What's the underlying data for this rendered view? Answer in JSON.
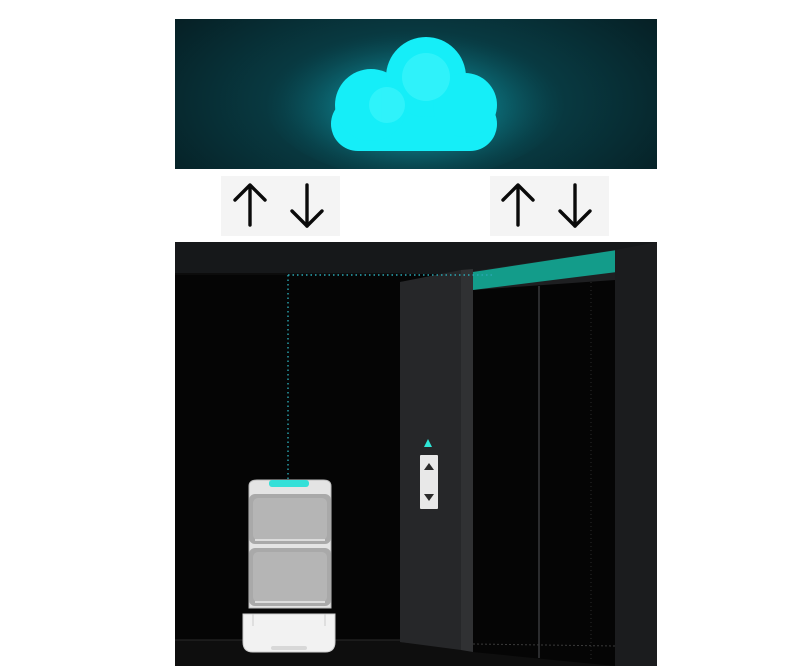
{
  "diagram": {
    "cloud": {
      "icon": "cloud-icon",
      "color": "#19eff7"
    },
    "links": [
      {
        "id": "robot-link",
        "arrows": [
          "up-arrow-icon",
          "down-arrow-icon"
        ]
      },
      {
        "id": "elevator-link",
        "arrows": [
          "up-arrow-icon",
          "down-arrow-icon"
        ]
      }
    ],
    "scene": {
      "robot": {
        "icon": "delivery-robot-icon",
        "indicator_color": "#34e0d8"
      },
      "elevator": {
        "icon": "elevator-icon",
        "header_color": "#139c8a",
        "call_buttons": [
          "elevator-up-icon",
          "elevator-down-icon"
        ],
        "indicator": "up-indicator-icon"
      },
      "connection": {
        "style": "dotted",
        "color": "#2aa7b3"
      }
    }
  }
}
